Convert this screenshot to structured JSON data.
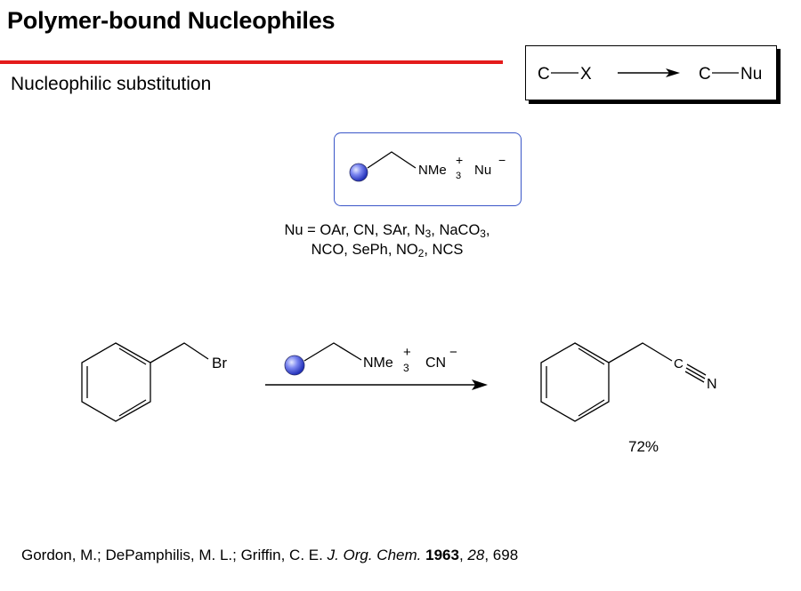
{
  "title": "Polymer-bound Nucleophiles",
  "subtitle": "Nucleophilic substitution",
  "colors": {
    "accent_rule": "#e41b1b",
    "box_border": "#3a56c8",
    "bead": "#3b46d8"
  },
  "general_reaction": {
    "reactant_c": "C",
    "reactant_x": "X",
    "product_c": "C",
    "product_nu": "Nu"
  },
  "reagent": {
    "group": "NMe",
    "subscript": "3",
    "charge_plus": "+",
    "anion": "Nu",
    "charge_minus": "−"
  },
  "nucleophiles": {
    "line1_pre": "Nu = OAr, CN, SAr, N",
    "line1_sub1": "3",
    "line1_mid": ", NaCO",
    "line1_sub2": "3",
    "line1_end": ",",
    "line2_pre": "NCO, SePh, NO",
    "line2_sub": "2",
    "line2_end": ", NCS"
  },
  "reaction": {
    "substrate_label": "Br",
    "reagent_group": "NMe",
    "reagent_subscript": "3",
    "reagent_plus": "+",
    "reagent_anion": "CN",
    "reagent_minus": "−",
    "product_c": "C",
    "product_n": "N",
    "yield": "72%"
  },
  "citation": {
    "authors": "Gordon, M.; DePamphilis, M. L.; Griffin, C. E. ",
    "journal": "J. Org. Chem.",
    "year": "1963",
    "volume": "28",
    "pages": "698"
  }
}
